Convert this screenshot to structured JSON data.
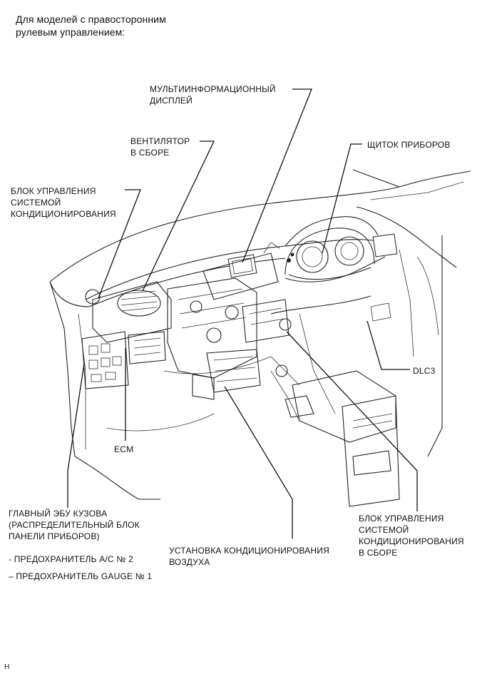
{
  "header": {
    "line1": "Для моделей с правосторонним",
    "line2": "рулевым управлением:"
  },
  "labels": {
    "multi_display": [
      "МУЛЬТИИНФОРМАЦИОННЫЙ",
      "ДИСПЛЕЙ"
    ],
    "fan": [
      "ВЕНТИЛЯТОР",
      "В СБОРЕ"
    ],
    "meter": [
      "ЩИТОК ПРИБОРОВ"
    ],
    "ac_control_left": [
      "БЛОК УПРАВЛЕНИЯ",
      "СИСТЕМОЙ",
      "КОНДИЦИОНИРОВАНИЯ"
    ],
    "ecm": [
      "ECM"
    ],
    "dlc3": [
      "DLC3"
    ],
    "main_body_ecu": [
      "ГЛАВНЫЙ ЭБУ КУЗОВА",
      "(РАСПРЕДЕЛИТЕЛЬНЫЙ БЛОК",
      "ПАНЕЛИ ПРИБОРОВ)"
    ],
    "fuse_ac": "- ПРЕДОХРАНИТЕЛЬ A/C № 2",
    "fuse_gauge": "– ПРЕДОХРАНИТЕЛЬ GAUGE № 1",
    "ac_unit": [
      "УСТАНОВКА КОНДИЦИОНИРОВАНИЯ",
      "ВОЗДУХА"
    ],
    "ac_control_right": [
      "БЛОК УПРАВЛЕНИЯ",
      "СИСТЕМОЙ",
      "КОНДИЦИОНИРОВАНИЯ",
      "В СБОРЕ"
    ]
  },
  "footer_mark": "H"
}
